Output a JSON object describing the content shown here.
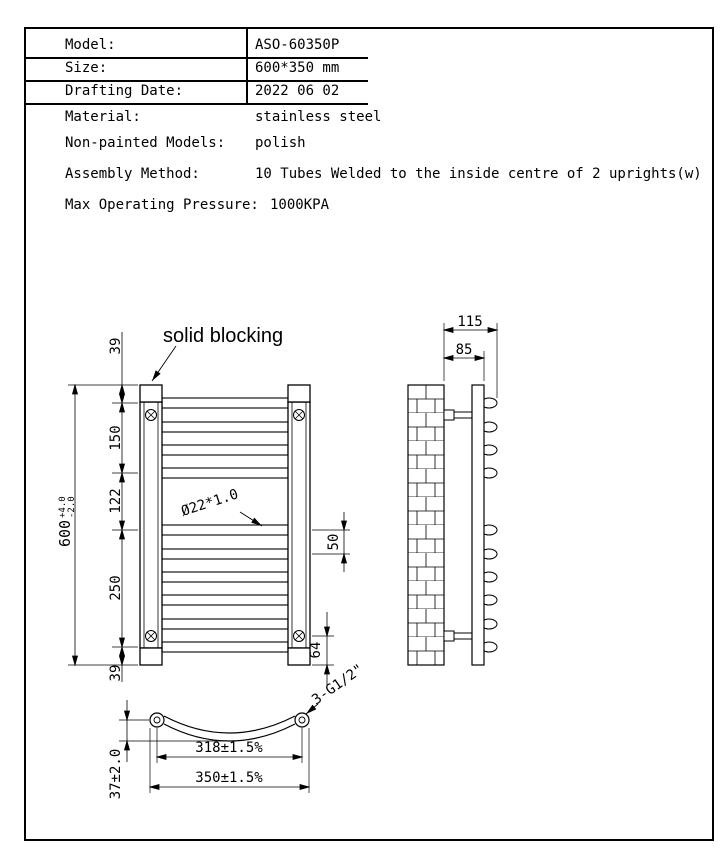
{
  "colors": {
    "line": "#000000",
    "background": "#ffffff"
  },
  "specs": {
    "rows": [
      {
        "label": "Model:",
        "value": "ASO-60350P"
      },
      {
        "label": "Size:",
        "value": "600*350 mm"
      },
      {
        "label": "Drafting Date:",
        "value": "2022 06 02"
      },
      {
        "label": "Material:",
        "value": "stainless steel"
      },
      {
        "label": "Non-painted Models:",
        "value": "polish"
      },
      {
        "label": "Assembly Method:",
        "value": "10 Tubes Welded to the inside centre of 2 uprights(w)"
      },
      {
        "label": "Max Operating Pressure:",
        "value": "1000KPA"
      }
    ]
  },
  "views": {
    "front": {
      "blocking_label": "solid blocking",
      "tube_label": "Ø22*1.0",
      "dim_600": "600",
      "tol_plus": "+4.0",
      "tol_minus": "-2.0",
      "seg_39_top": "39",
      "seg_150": "150",
      "seg_122": "122",
      "seg_250": "250",
      "seg_39_bottom": "39",
      "dim_50": "50",
      "dim_64": "64"
    },
    "side": {
      "dim_115": "115",
      "dim_85": "85"
    },
    "bottom": {
      "dim_318": "318±1.5%",
      "dim_350": "350±1.5%",
      "dim_37": "37±2.0",
      "thread_label": "3-G1/2\""
    }
  }
}
